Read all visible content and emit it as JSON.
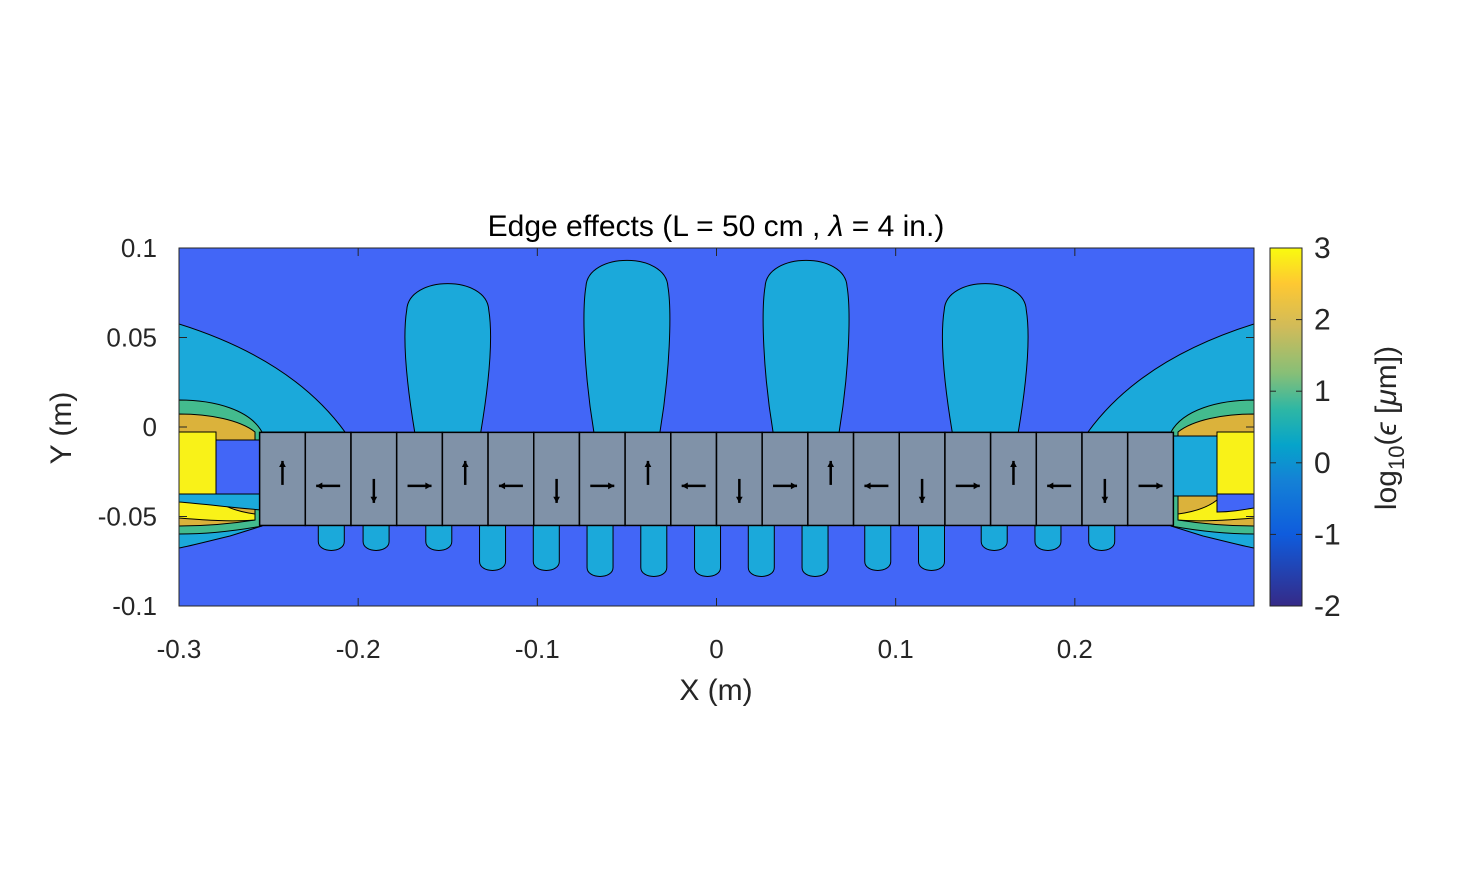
{
  "chart_data": {
    "type": "heatmap",
    "title_parts": [
      "Edge effects (L = 50 cm , ",
      "λ",
      " = 4 in.)"
    ],
    "xlabel": "X (m)",
    "ylabel": "Y (m)",
    "xlim": [
      -0.3,
      0.3
    ],
    "ylim": [
      -0.1,
      0.1
    ],
    "x_ticks": [
      -0.3,
      -0.2,
      -0.1,
      0,
      0.1,
      0.2
    ],
    "x_tick_labels": [
      "-0.3",
      "-0.2",
      "-0.1",
      "0",
      "0.1",
      "0.2"
    ],
    "y_ticks": [
      0.1,
      0.05,
      0,
      -0.05,
      -0.1
    ],
    "y_tick_labels": [
      "0.1",
      "0.05",
      "0",
      "-0.05",
      "-0.1"
    ],
    "colorbar": {
      "label_parts": [
        "log",
        "10",
        "(",
        "ϵ",
        " [",
        "μ",
        "m])"
      ],
      "range": [
        -2,
        3
      ],
      "ticks": [
        3,
        2,
        1,
        0,
        -1,
        -2
      ],
      "tick_labels": [
        "3",
        "2",
        "1",
        "0",
        "-1",
        "-2"
      ]
    },
    "contour_level_colors": [
      "#352a87",
      "#4266f7",
      "#1ba9da",
      "#43bb8e",
      "#dbb23b",
      "#f9f218"
    ],
    "magnet_array": {
      "x_range": [
        -0.255,
        0.255
      ],
      "y_range": [
        -0.055,
        -0.003
      ],
      "block_count": 20,
      "fill": "#8092a8",
      "magnetization": [
        "up",
        "left",
        "down",
        "right",
        "up",
        "left",
        "down",
        "right",
        "up",
        "left",
        "down",
        "right",
        "up",
        "left",
        "down",
        "right",
        "up",
        "left",
        "down",
        "right"
      ]
    },
    "upper_lobes_x": [
      -0.15,
      -0.05,
      0.05,
      0.15
    ],
    "lower_lobes_x": [
      -0.215,
      -0.19,
      -0.155,
      -0.125,
      -0.095,
      -0.065,
      -0.035,
      -0.005,
      0.025,
      0.055,
      0.09,
      0.12,
      0.155,
      0.185,
      0.215
    ]
  }
}
